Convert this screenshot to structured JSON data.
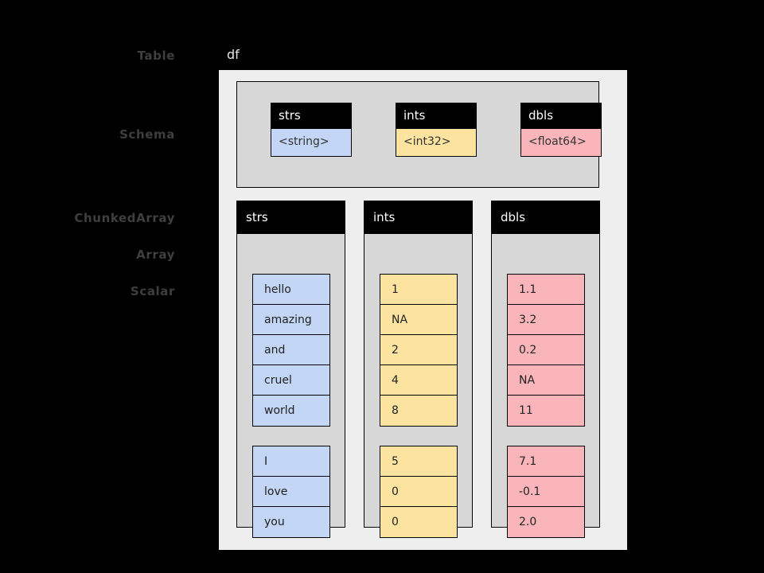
{
  "annotations": {
    "table": "Table",
    "schema": "Schema",
    "chunked_array": "ChunkedArray",
    "array": "Array",
    "scalar": "Scalar"
  },
  "table": {
    "title": "df"
  },
  "schema": {
    "fields": [
      {
        "name": "strs",
        "type": "<string>",
        "color": "#c3d6f5"
      },
      {
        "name": "ints",
        "type": "<int32>",
        "color": "#fce3a0"
      },
      {
        "name": "dbls",
        "type": "<float64>",
        "color": "#f9b5ba"
      }
    ]
  },
  "columns": [
    {
      "name": "strs",
      "color": "#c3d6f5",
      "chunks": [
        [
          "hello",
          "amazing",
          "and",
          "cruel",
          "world"
        ],
        [
          "I",
          "love",
          "you"
        ]
      ]
    },
    {
      "name": "ints",
      "color": "#fce3a0",
      "chunks": [
        [
          "1",
          "NA",
          "2",
          "4",
          "8"
        ],
        [
          "5",
          "0",
          "0"
        ]
      ]
    },
    {
      "name": "dbls",
      "color": "#f9b5ba",
      "chunks": [
        [
          "1.1",
          "3.2",
          "0.2",
          "NA",
          "11"
        ],
        [
          "7.1",
          "-0.1",
          "2.0"
        ]
      ]
    }
  ],
  "palette": {
    "background": "#000000",
    "table_panel": "#eeeeee",
    "container": "#d7d7d7",
    "header": "#000000",
    "header_text": "#ffffff",
    "label_text": "#3f3f3f"
  }
}
